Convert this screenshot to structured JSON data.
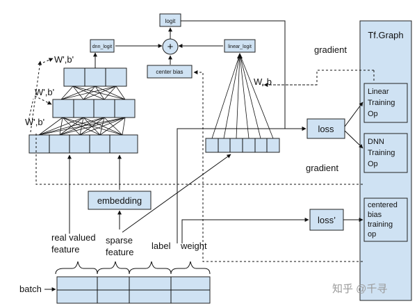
{
  "diagram": {
    "nodes": {
      "logit": "logit",
      "plus": "+",
      "dnn_logit": "dnn_logit",
      "linear_logit": "linear_logit",
      "center_bias": "center bias",
      "embedding": "embedding",
      "loss": "loss",
      "loss_prime": "loss’",
      "tf_graph": "Tf.Graph",
      "linear_op": [
        "Linear",
        "Training",
        "Op"
      ],
      "dnn_op": [
        "DNN",
        "Training",
        "Op"
      ],
      "centered_op": [
        "centered",
        "bias",
        "training",
        "op"
      ]
    },
    "labels": {
      "gradient_top": "gradient",
      "gradient_bottom": "gradient",
      "wb": "W, b",
      "wb_prime_1": "W',b'",
      "wb_prime_2": "W',b'",
      "wb_prime_3": "W',b'",
      "real_valued": [
        "real valued",
        "feature"
      ],
      "sparse": [
        "sparse",
        "feature"
      ],
      "label": "label",
      "weight": "weight",
      "batch": "batch",
      "watermark": "知乎 @千寻"
    }
  }
}
